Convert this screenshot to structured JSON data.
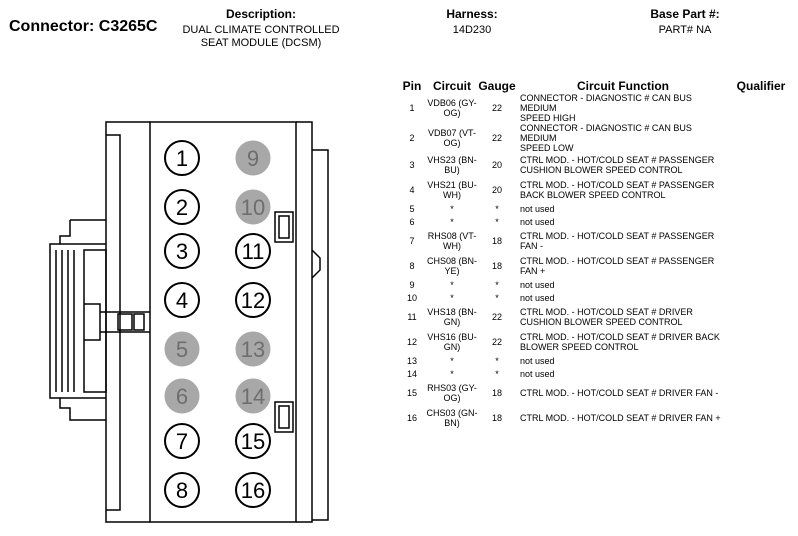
{
  "connector": {
    "title": "Connector: C3265C"
  },
  "description": {
    "label": "Description:",
    "line1": "DUAL CLIMATE CONTROLLED",
    "line2": "SEAT MODULE (DCSM)"
  },
  "harness": {
    "label": "Harness:",
    "value": "14D230"
  },
  "base_part": {
    "label": "Base Part #:",
    "value": "PART# NA"
  },
  "table": {
    "headers": {
      "pin": "Pin",
      "circuit": "Circuit",
      "gauge": "Gauge",
      "function": "Circuit Function",
      "qualifier": "Qualifier"
    },
    "rows": [
      {
        "pin": "1",
        "circuit": [
          "VDB06 (GY-",
          "OG)"
        ],
        "gauge": "22",
        "function": [
          "CONNECTOR - DIAGNOSTIC # CAN BUS MEDIUM",
          "SPEED HIGH"
        ]
      },
      {
        "pin": "2",
        "circuit": [
          "VDB07 (VT-",
          "OG)"
        ],
        "gauge": "22",
        "function": [
          "CONNECTOR - DIAGNOSTIC # CAN BUS MEDIUM",
          "SPEED LOW"
        ]
      },
      {
        "pin": "3",
        "circuit": [
          "VHS23 (BN-",
          "BU)"
        ],
        "gauge": "20",
        "function": [
          "CTRL MOD. - HOT/COLD SEAT # PASSENGER",
          "CUSHION BLOWER SPEED CONTROL"
        ]
      },
      {
        "pin": "4",
        "circuit": [
          "VHS21 (BU-",
          "WH)"
        ],
        "gauge": "20",
        "function": [
          "CTRL MOD. - HOT/COLD SEAT # PASSENGER",
          "BACK BLOWER SPEED CONTROL"
        ]
      },
      {
        "pin": "5",
        "circuit": [
          "*"
        ],
        "gauge": "*",
        "function": [
          "not used"
        ]
      },
      {
        "pin": "6",
        "circuit": [
          "*"
        ],
        "gauge": "*",
        "function": [
          "not used"
        ]
      },
      {
        "pin": "7",
        "circuit": [
          "RHS08 (VT-",
          "WH)"
        ],
        "gauge": "18",
        "function": [
          "CTRL MOD. - HOT/COLD SEAT # PASSENGER",
          "FAN -"
        ]
      },
      {
        "pin": "8",
        "circuit": [
          "CHS08 (BN-",
          "YE)"
        ],
        "gauge": "18",
        "function": [
          "CTRL MOD. - HOT/COLD SEAT # PASSENGER",
          "FAN +"
        ]
      },
      {
        "pin": "9",
        "circuit": [
          "*"
        ],
        "gauge": "*",
        "function": [
          "not used"
        ]
      },
      {
        "pin": "10",
        "circuit": [
          "*"
        ],
        "gauge": "*",
        "function": [
          "not used"
        ]
      },
      {
        "pin": "11",
        "circuit": [
          "VHS18 (BN-",
          "GN)"
        ],
        "gauge": "22",
        "function": [
          "CTRL MOD. - HOT/COLD SEAT # DRIVER",
          "CUSHION BLOWER SPEED CONTROL"
        ]
      },
      {
        "pin": "12",
        "circuit": [
          "VHS16 (BU-",
          "GN)"
        ],
        "gauge": "22",
        "function": [
          "CTRL MOD. - HOT/COLD SEAT # DRIVER BACK",
          "BLOWER SPEED CONTROL"
        ]
      },
      {
        "pin": "13",
        "circuit": [
          "*"
        ],
        "gauge": "*",
        "function": [
          "not used"
        ]
      },
      {
        "pin": "14",
        "circuit": [
          "*"
        ],
        "gauge": "*",
        "function": [
          "not used"
        ]
      },
      {
        "pin": "15",
        "circuit": [
          "RHS03 (GY-",
          "OG)"
        ],
        "gauge": "18",
        "function": [
          "CTRL MOD. - HOT/COLD SEAT # DRIVER FAN -"
        ]
      },
      {
        "pin": "16",
        "circuit": [
          "CHS03 (GN-",
          "BN)"
        ],
        "gauge": "18",
        "function": [
          "CTRL MOD. - HOT/COLD SEAT # DRIVER FAN +"
        ]
      }
    ]
  },
  "connector_pins": {
    "left_column": [
      {
        "label": "1",
        "used": true
      },
      {
        "label": "2",
        "used": true
      },
      {
        "label": "3",
        "used": true
      },
      {
        "label": "4",
        "used": true
      },
      {
        "label": "5",
        "used": false
      },
      {
        "label": "6",
        "used": false
      },
      {
        "label": "7",
        "used": true
      },
      {
        "label": "8",
        "used": true
      }
    ],
    "right_column": [
      {
        "label": "9",
        "used": false
      },
      {
        "label": "10",
        "used": false
      },
      {
        "label": "11",
        "used": true
      },
      {
        "label": "12",
        "used": true
      },
      {
        "label": "13",
        "used": false
      },
      {
        "label": "14",
        "used": false
      },
      {
        "label": "15",
        "used": true
      },
      {
        "label": "16",
        "used": true
      }
    ],
    "unused_fill": "#a8a8a8",
    "used_fill": "#ffffff"
  }
}
